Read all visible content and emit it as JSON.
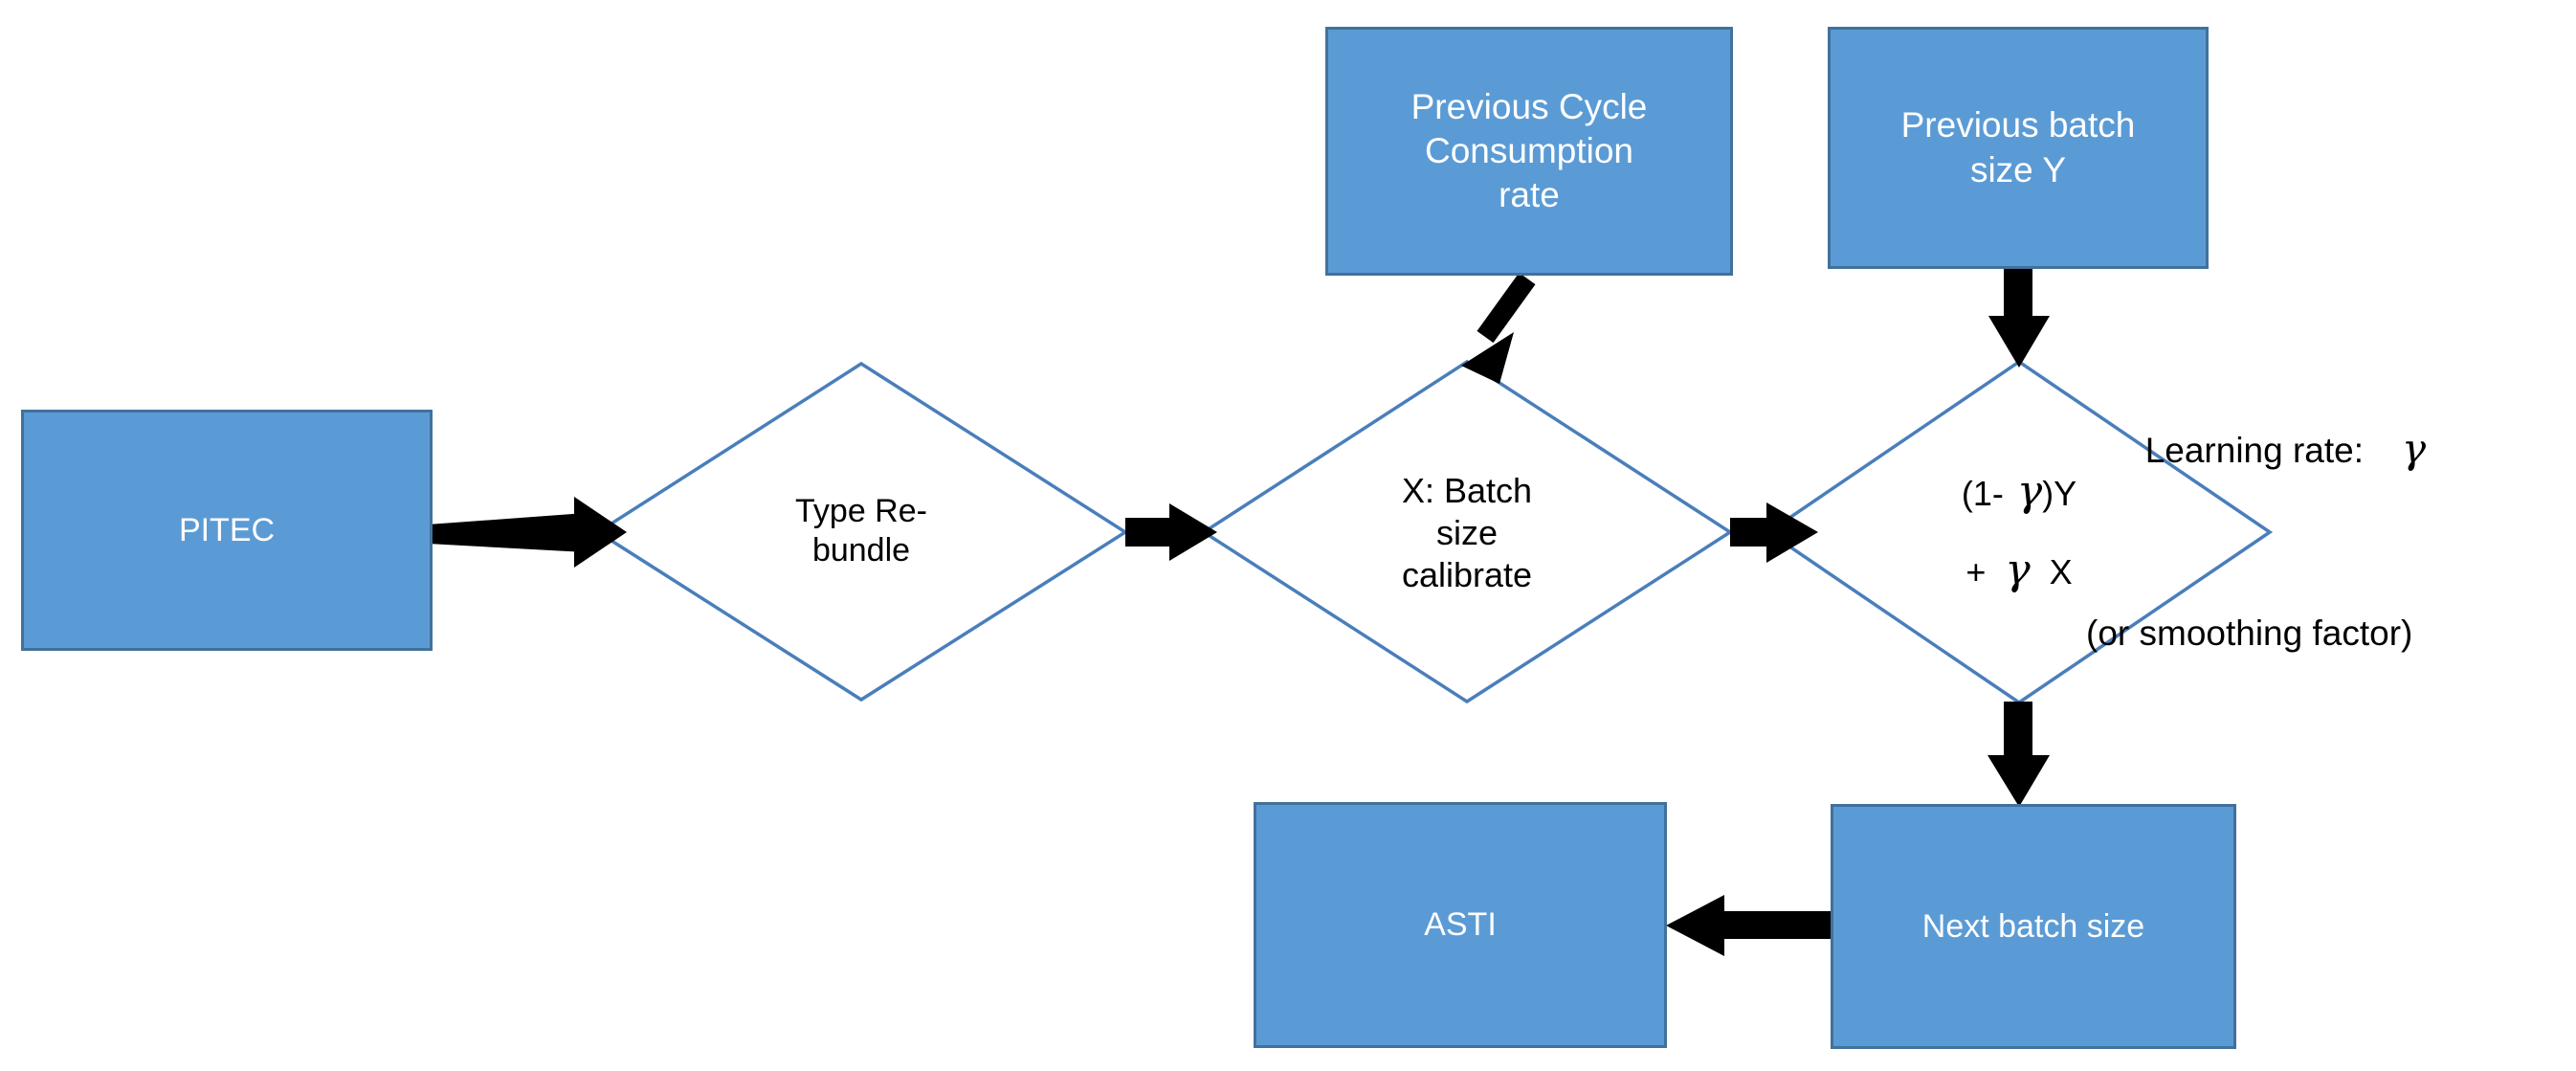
{
  "diagram": {
    "title": "Batch size calibration flow",
    "colors": {
      "box_fill": "#5B9BD5",
      "box_border": "#41719C",
      "diamond_fill": "#FFFFFF",
      "diamond_border": "#4A7EBB",
      "arrow": "#000000",
      "box_text": "#FFFFFF",
      "diamond_text": "#000000",
      "background": "#FFFFFF"
    },
    "nodes": {
      "pitec": {
        "label": "PITEC",
        "shape": "rectangle"
      },
      "type_rebundle": {
        "label": "Type Re-\nbundle",
        "shape": "diamond"
      },
      "batch_calibrate": {
        "label": "X: Batch\nsize\ncalibrate",
        "shape": "diamond"
      },
      "smoothing": {
        "shape": "diamond",
        "line1_prefix": "(1-",
        "line1_gamma": "γ",
        "line1_suffix": ")Y",
        "line2_prefix": "+",
        "line2_gamma": "γ",
        "line2_suffix": "X"
      },
      "prev_cycle_rate": {
        "label": "Previous  Cycle\nConsumption\nrate",
        "shape": "rectangle"
      },
      "prev_batch_size": {
        "label": "Previous batch\nsize Y",
        "shape": "rectangle"
      },
      "next_batch_size": {
        "label": "Next batch size",
        "shape": "rectangle"
      },
      "asti": {
        "label": "ASTI",
        "shape": "rectangle"
      }
    },
    "annotations": {
      "learning_rate_line1_text": "Learning rate:",
      "learning_rate_symbol": "γ",
      "learning_rate_line2": "(or smoothing factor)"
    },
    "edges": [
      {
        "from": "pitec",
        "to": "type_rebundle",
        "style": "solid-arrow",
        "direction": "right"
      },
      {
        "from": "type_rebundle",
        "to": "batch_calibrate",
        "style": "solid-arrow",
        "direction": "right"
      },
      {
        "from": "prev_cycle_rate",
        "to": "batch_calibrate",
        "style": "solid-arrow",
        "direction": "down-left"
      },
      {
        "from": "batch_calibrate",
        "to": "smoothing",
        "style": "solid-arrow",
        "direction": "right"
      },
      {
        "from": "prev_batch_size",
        "to": "smoothing",
        "style": "solid-arrow",
        "direction": "down"
      },
      {
        "from": "smoothing",
        "to": "next_batch_size",
        "style": "solid-arrow",
        "direction": "down"
      },
      {
        "from": "next_batch_size",
        "to": "asti",
        "style": "solid-arrow",
        "direction": "left"
      }
    ]
  }
}
